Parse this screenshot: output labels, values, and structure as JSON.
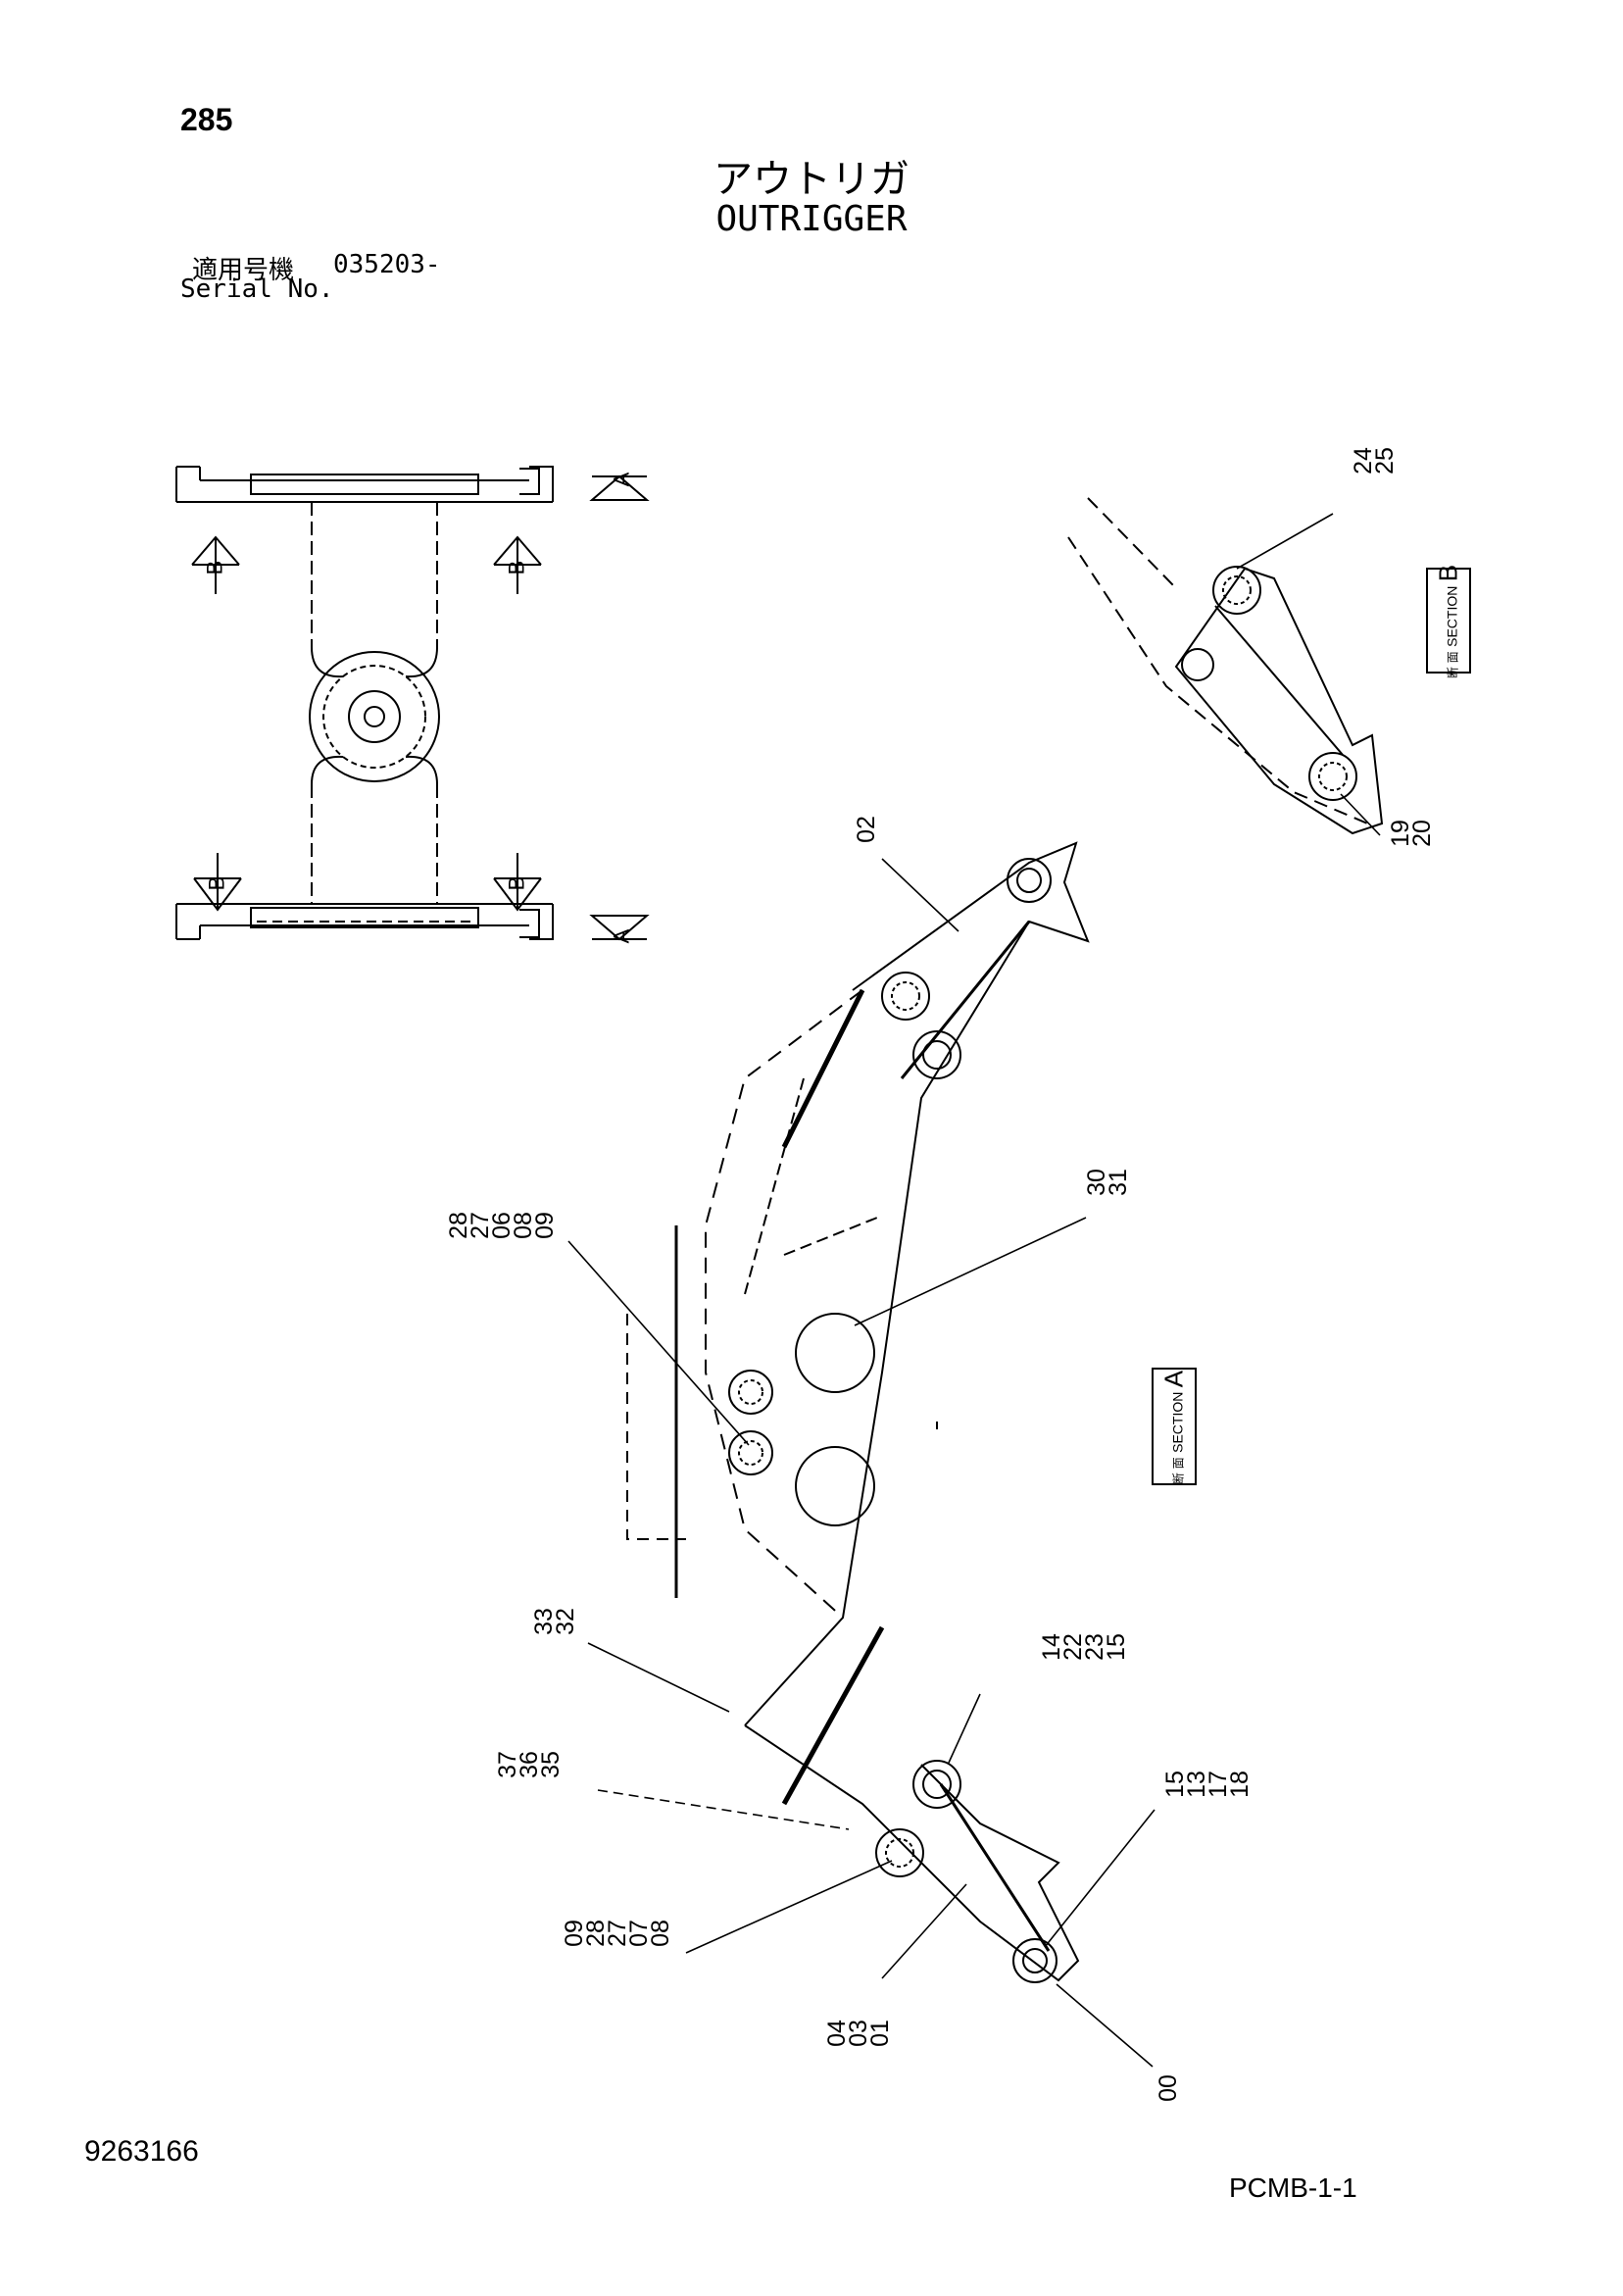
{
  "header": {
    "page_number": "285",
    "title_jp": "アウトリガ",
    "title_en": "OUTRIGGER",
    "serial_jp": "適用号機",
    "serial_value": "035203-",
    "serial_en": "Serial No."
  },
  "footer": {
    "doc_number": "9263166",
    "page_code": "PCMB-1-1"
  },
  "view_markers": {
    "a": "A",
    "b": "B"
  },
  "section_labels": {
    "jp": "断 面",
    "en": "SECTION",
    "a": "A",
    "b": "B"
  },
  "callouts": {
    "c_24_25": [
      "24",
      "25"
    ],
    "c_19_20": [
      "19",
      "20"
    ],
    "c_02": [
      "02"
    ],
    "c_30_31": [
      "30",
      "31"
    ],
    "c_28_09": [
      "28",
      "27",
      "06",
      "08",
      "09"
    ],
    "c_33_32": [
      "33",
      "32"
    ],
    "c_14_15": [
      "14",
      "22",
      "23",
      "15"
    ],
    "c_37_35": [
      "37",
      "36",
      "35"
    ],
    "c_15_18": [
      "15",
      "13",
      "17",
      "18"
    ],
    "c_09_08": [
      "09",
      "28",
      "27",
      "07",
      "08"
    ],
    "c_04_01": [
      "04",
      "03",
      "01"
    ],
    "c_00": [
      "00"
    ]
  }
}
